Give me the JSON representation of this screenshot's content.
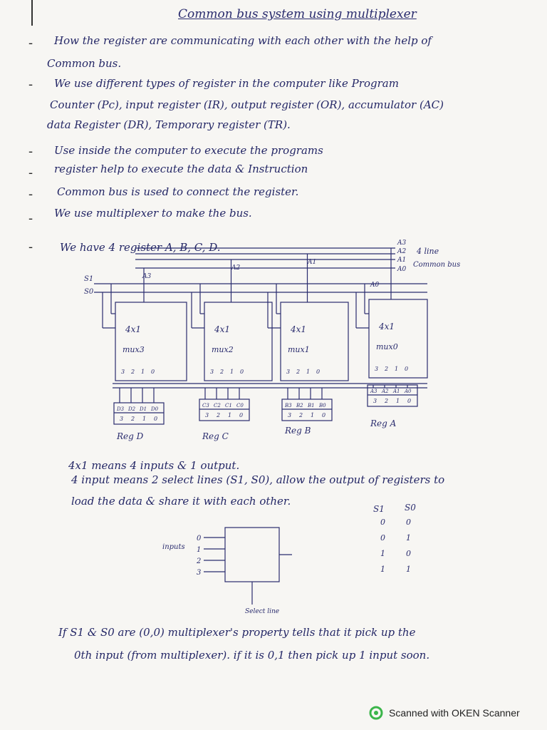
{
  "title": "Common bus system using multiplexer",
  "bullets": [
    [
      "How the register are communicating with each other with the help of",
      "Common bus."
    ],
    [
      "We use different types of register in the computer like Program",
      "Counter (Pc), input register (IR), output register (OR), accumulator (AC)",
      "data Register (DR), Temporary register (TR)."
    ],
    [
      "Use inside the computer to execute the programs"
    ],
    [
      "register help to execute the data & Instruction"
    ],
    [
      "Common bus is used to connect the register."
    ],
    [
      "We use multiplexer to make the bus."
    ],
    [
      "We have 4 register A, B, C, D."
    ]
  ],
  "diagram": {
    "select_lines": [
      "S1",
      "S0"
    ],
    "bus_labels": [
      "A3",
      "A2",
      "A1",
      "A0"
    ],
    "bus_note": "4 line",
    "bus_note2": "Common bus",
    "mux_size": "4x1",
    "muxes": [
      "mux3",
      "mux2",
      "mux1",
      "mux0"
    ],
    "mux_pins": [
      "3",
      "2",
      "1",
      "0"
    ],
    "registers": [
      {
        "label": "Reg D",
        "bits": [
          "D3",
          "D2",
          "D1",
          "D0"
        ],
        "pins": [
          "3",
          "2",
          "1",
          "0"
        ]
      },
      {
        "label": "Reg C",
        "bits": [
          "C3",
          "C2",
          "C1",
          "C0"
        ],
        "pins": [
          "3",
          "2",
          "1",
          "0"
        ]
      },
      {
        "label": "Reg B",
        "bits": [
          "B3",
          "B2",
          "B1",
          "B0"
        ],
        "pins": [
          "3",
          "2",
          "1",
          "0"
        ]
      },
      {
        "label": "Reg A",
        "bits": [
          "A3",
          "A2",
          "A1",
          "A0"
        ],
        "pins": [
          "3",
          "2",
          "1",
          "0"
        ]
      }
    ]
  },
  "explain": [
    "4x1 means 4 inputs & 1 output.",
    "4 input means 2 select lines (S1, S0), allow the output of registers to",
    "load the data & share it with each other."
  ],
  "mux_box": {
    "inputs_label": "inputs",
    "pins": [
      "0",
      "1",
      "2",
      "3"
    ],
    "select_label": "Select line"
  },
  "truth_table": {
    "headers": [
      "S1",
      "S0"
    ],
    "rows": [
      [
        "0",
        "0"
      ],
      [
        "0",
        "1"
      ],
      [
        "1",
        "0"
      ],
      [
        "1",
        "1"
      ]
    ]
  },
  "final": [
    "If S1 & S0 are (0,0) multiplexer's property tells that it pick up the",
    "0th input (from multiplexer). if it is 0,1 then pick up 1 input soon."
  ],
  "footer": {
    "text": "Scanned with OKEN Scanner",
    "accent": "#3bb54a"
  }
}
